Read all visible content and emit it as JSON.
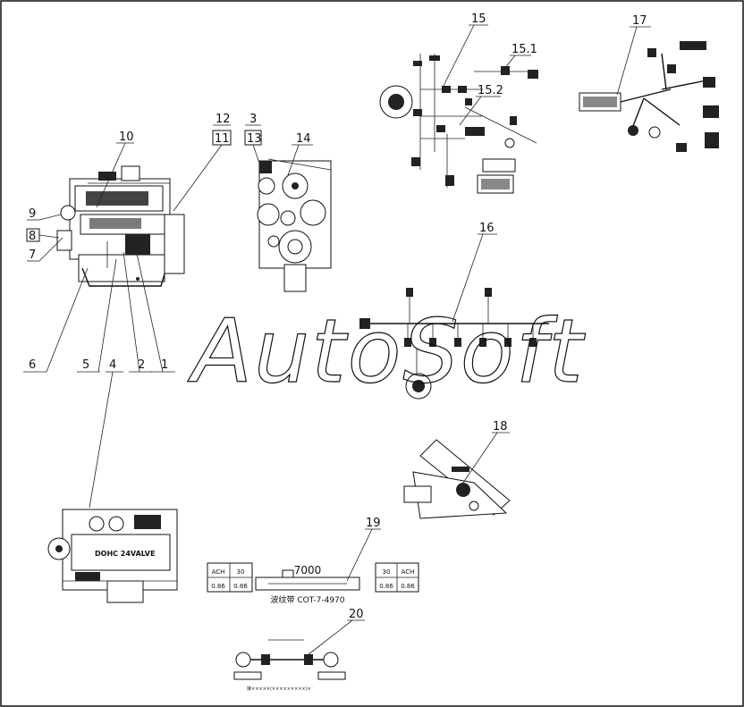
{
  "watermark": "AutoSoft",
  "labels": {
    "l1": "1",
    "l2": "2",
    "l3": "3",
    "l4": "4",
    "l5": "5",
    "l6": "6",
    "l7": "7",
    "l8": "8",
    "l9": "9",
    "l10": "10",
    "l11": "11",
    "l12": "12",
    "l13": "13",
    "l14": "14",
    "l15": "15",
    "l15_1": "15.1",
    "l15_2": "15.2",
    "l16": "16",
    "l17": "17",
    "l18": "18",
    "l19": "19",
    "l20": "20"
  },
  "engine_text": "DOHC 24VALVE",
  "belt": {
    "length": "7000",
    "caption": "波纹带 COT-7-4970",
    "left_box": {
      "top_a": "ACH",
      "top_b": "30",
      "bot_a": "0.86",
      "bot_b": "0.86"
    },
    "right_box": {
      "top_a": "30",
      "top_b": "ACH",
      "bot_a": "0.86",
      "bot_b": "0.86"
    }
  },
  "fig20": {
    "note": "接×××××(×××××××××)×"
  }
}
